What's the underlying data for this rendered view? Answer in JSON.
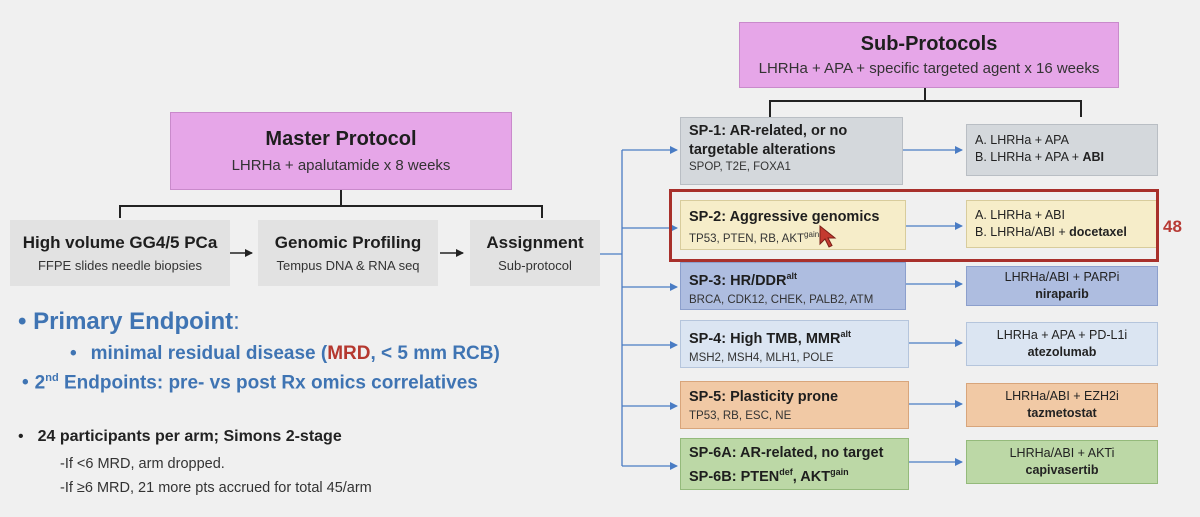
{
  "sub_protocols": {
    "title": "Sub-Protocols",
    "subtitle": "LHRHa + APA + specific targeted agent x 16 weeks"
  },
  "master": {
    "title": "Master Protocol",
    "subtitle": "LHRHa + apalutamide x 8 weeks"
  },
  "flow": {
    "step1_title": "High volume GG4/5 PCa",
    "step1_sub": "FFPE slides needle biopsies",
    "step2_title": "Genomic Profiling",
    "step2_sub": "Tempus DNA & RNA seq",
    "step3_title": "Assignment",
    "step3_sub": "Sub-protocol"
  },
  "sp1": {
    "id": "SP-1:",
    "text": "AR-related, or no targetable alterations",
    "genes": "SPOP, T2E, FOXA1",
    "tx_a": "A. LHRHa + APA",
    "tx_b_pre": "B. LHRHa + APA + ",
    "tx_b_bold": "ABI"
  },
  "sp2": {
    "id": "SP-2:",
    "text": "Aggressive genomics",
    "genes_pre": "TP53, PTEN, RB, AKT",
    "genes_sup": "gain",
    "tx_a": "A. LHRHa + ABI",
    "tx_b_pre": "B. LHRHa/ABI + ",
    "tx_b_bold": "docetaxel",
    "count": "48"
  },
  "sp3": {
    "id": "SP-3:",
    "text": "HR/DDR",
    "sup": "alt",
    "genes": "BRCA, CDK12, CHEK, PALB2, ATM",
    "tx_line1": "LHRHa/ABI + PARPi",
    "tx_line2": "niraparib"
  },
  "sp4": {
    "id": "SP-4:",
    "text": "High TMB, MMR",
    "sup": "alt",
    "genes": "MSH2, MSH4, MLH1, POLE",
    "tx_line1": "LHRHa + APA + PD-L1i",
    "tx_line2": "atezolumab"
  },
  "sp5": {
    "id": "SP-5:",
    "text": "Plasticity prone",
    "genes": "TP53, RB, ESC, NE",
    "tx_line1": "LHRHa/ABI + EZH2i",
    "tx_line2": "tazmetostat"
  },
  "sp6": {
    "line1": "SP-6A: AR-related, no target",
    "line2_pre": "SP-6B: PTEN",
    "line2_sup1": "def",
    "line2_mid": ", AKT",
    "line2_sup2": "gain",
    "tx_line1": "LHRHa/ABI + AKTi",
    "tx_line2": "capivasertib"
  },
  "endpoints": {
    "bullet": "•",
    "primary": "Primary Endpoint",
    "primary_colon": ":",
    "minimal_pre": "minimal residual disease (",
    "mrd": "MRD",
    "minimal_post": ", < 5 mm RCB)",
    "second_num": "2",
    "second_sup": "nd",
    "second_rest": " Endpoints: pre- vs post Rx omics correlatives"
  },
  "design": {
    "bullet": "•",
    "main": "24 participants per arm; Simons 2-stage",
    "rule1": "-If <6 MRD, arm dropped.",
    "rule2": "-If ≥6 MRD, 21 more pts accrued for total 45/arm"
  },
  "colors": {
    "header_pink": "#e6a6e8",
    "endpoint_blue": "#3f74b3",
    "highlight_red": "#a8302b",
    "arrow_blue": "#4a7cc4"
  },
  "icons": [
    "mouse-cursor-icon",
    "bullet-icon"
  ]
}
